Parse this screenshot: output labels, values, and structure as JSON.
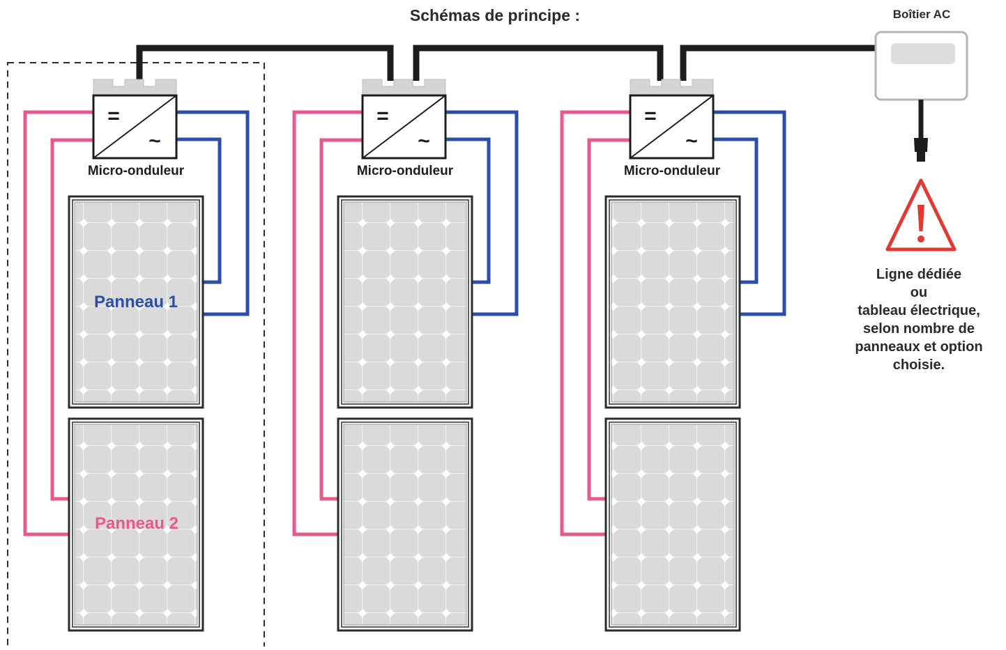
{
  "title": "Schémas de principe :",
  "ac_box_label": "Boîtier AC",
  "inverter_label": "Micro-onduleur",
  "panel_1_label": "Panneau 1",
  "panel_2_label": "Panneau 2",
  "note_lines": [
    "Ligne dédiée",
    "ou",
    "tableau électrique,",
    "selon nombre de",
    "panneaux et option",
    "choisie."
  ],
  "colors": {
    "pink_wire": "#e8588f",
    "blue_wire": "#2d4ea6",
    "ac_cable": "#1c1c1c",
    "warning": "#e03a32",
    "panel_fill": "#d9d9d9",
    "panel_frame": "#2b2b2b"
  },
  "icons": [
    "dc-ac-inverter-icon",
    "ac-junction-box-icon",
    "plug-icon",
    "warning-triangle-icon"
  ],
  "inverter_symbols": {
    "dc": "=",
    "ac": "~"
  },
  "inverter_count": 3,
  "panels_per_inverter": 2
}
